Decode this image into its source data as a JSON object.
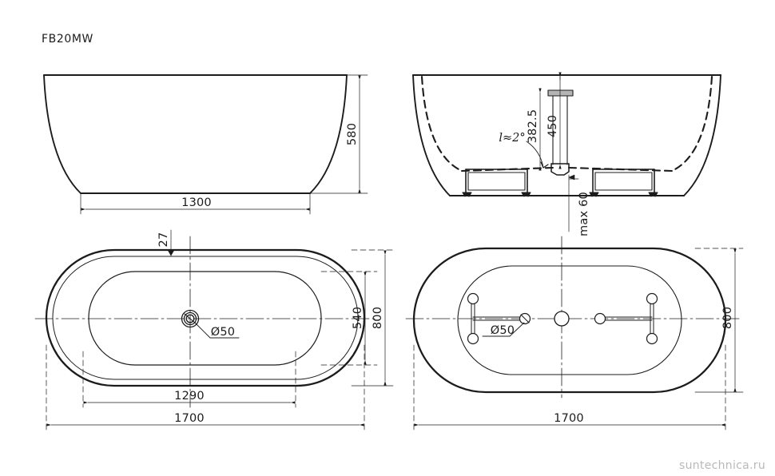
{
  "sheet": {
    "title": "FB20MW",
    "watermark": "suntechnica.ru",
    "line_color": "#1c1c1c",
    "background": "#ffffff",
    "watermark_color": "#b9b9b9"
  },
  "views": {
    "front_elevation": {
      "name": "front-elevation",
      "dimensions": {
        "base_width": "1300",
        "height": "580"
      }
    },
    "side_section": {
      "name": "side-section",
      "dimensions": {
        "overflow_height": "382.5",
        "rim_height": "450",
        "foot_adjust": "max 60",
        "slope_note": "l≈2°"
      }
    },
    "top_plan": {
      "name": "top-plan",
      "dimensions": {
        "rim_thickness": "27",
        "drain": "Ø50",
        "inner_width": "540",
        "outer_width": "800",
        "inner_length": "1290",
        "outer_length": "1700"
      }
    },
    "bottom_plan": {
      "name": "bottom-plan",
      "dimensions": {
        "drain": "Ø50",
        "outer_width": "800",
        "outer_length": "1700"
      }
    }
  }
}
